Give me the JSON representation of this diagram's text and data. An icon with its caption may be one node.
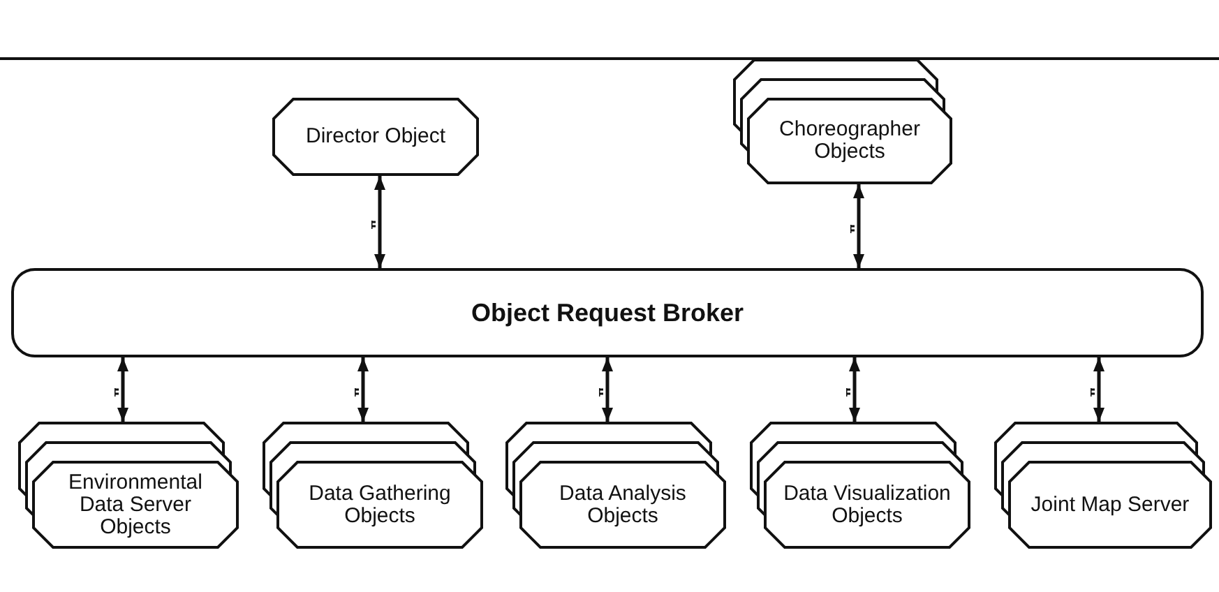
{
  "diagram": {
    "nodes": [
      {
        "text": [
          "Director Object"
        ]
      },
      {
        "text": [
          "Choreographer Objects"
        ]
      },
      {
        "text": [
          "Object Request Broker"
        ]
      },
      {
        "text": [
          "Environmental Data Server Objects"
        ]
      },
      {
        "text": [
          "Data Gathering Objects"
        ]
      },
      {
        "text": [
          "Data Analysis Objects"
        ]
      },
      {
        "text": [
          "Data Visualization Objects"
        ]
      },
      {
        "text": [
          "Joint Map Server"
        ]
      }
    ],
    "edges": [
      {
        "from": 0,
        "to": 2,
        "arrow": "both"
      },
      {
        "from": 1,
        "to": 2,
        "arrow": "both"
      },
      {
        "from": 2,
        "to": 3,
        "arrow": "both"
      },
      {
        "from": 2,
        "to": 4,
        "arrow": "both"
      },
      {
        "from": 2,
        "to": 5,
        "arrow": "both"
      },
      {
        "from": 2,
        "to": 6,
        "arrow": "both"
      },
      {
        "from": 2,
        "to": 7,
        "arrow": "both"
      }
    ]
  }
}
